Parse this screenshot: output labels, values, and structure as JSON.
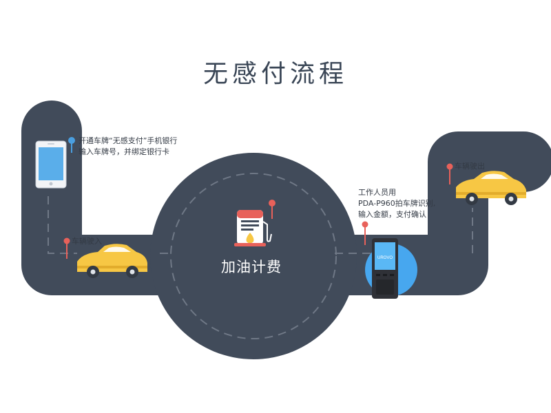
{
  "title": "无感付流程",
  "center_label": "加油计费",
  "steps": {
    "open": {
      "line1": "开通车牌“无感支付”手机银行",
      "line2": "输入车牌号，并绑定银行卡"
    },
    "enter": {
      "text": "车辆驶入"
    },
    "worker": {
      "line1": "工作人员用",
      "line2": "PDA-P960拍车牌识别,",
      "line3": "输入金额，支付确认"
    },
    "exit": {
      "text": "车辆驶出"
    }
  },
  "device_brand": "UROVO",
  "colors": {
    "road": "#414b5a",
    "road_dash": "#6f7886",
    "pin": "#e8615a",
    "pin_blue": "#4a9fe0",
    "car": "#f7c744",
    "title": "#3a4656"
  }
}
